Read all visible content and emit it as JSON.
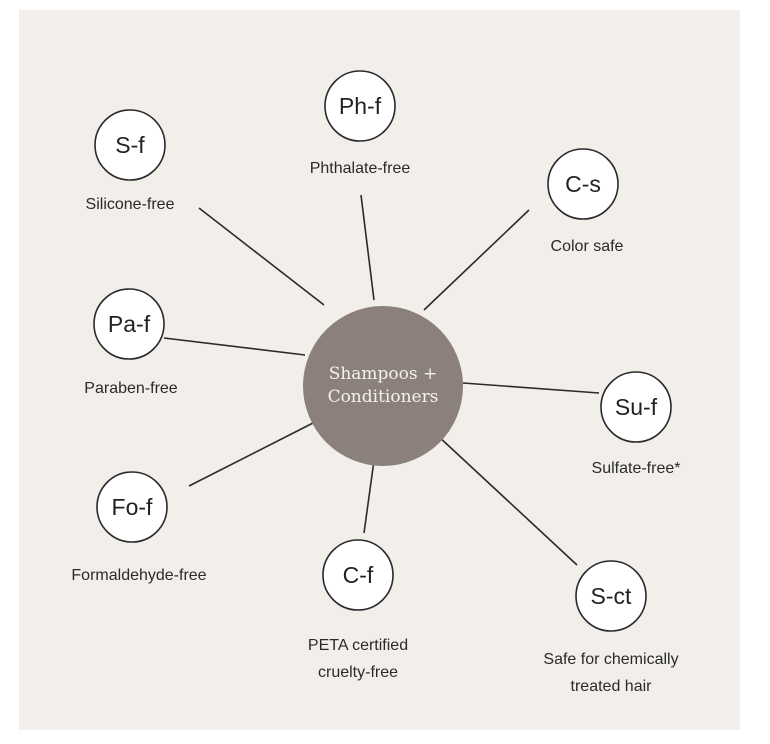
{
  "center": {
    "lines": [
      "Shampoos +",
      "Conditioners"
    ],
    "color": "#8b807b"
  },
  "colors": {
    "background": "#f2efeb",
    "line": "#2a2a2a",
    "node_fill": "#ffffff",
    "node_stroke": "#2a2a2a"
  },
  "nodes": [
    {
      "id": "silicone-free",
      "abbr": "S-f",
      "label": [
        "Silicone-free"
      ]
    },
    {
      "id": "phthalate-free",
      "abbr": "Ph-f",
      "label": [
        "Phthalate-free"
      ]
    },
    {
      "id": "color-safe",
      "abbr": "C-s",
      "label": [
        "Color safe"
      ]
    },
    {
      "id": "paraben-free",
      "abbr": "Pa-f",
      "label": [
        "Paraben-free"
      ]
    },
    {
      "id": "sulfate-free",
      "abbr": "Su-f",
      "label": [
        "Sulfate-free*"
      ]
    },
    {
      "id": "formaldehyde-free",
      "abbr": "Fo-f",
      "label": [
        "Formaldehyde-free"
      ]
    },
    {
      "id": "cruelty-free",
      "abbr": "C-f",
      "label": [
        "PETA certified",
        "cruelty-free"
      ]
    },
    {
      "id": "chemically-treated",
      "abbr": "S-ct",
      "label": [
        "Safe for chemically",
        "treated hair"
      ]
    }
  ]
}
